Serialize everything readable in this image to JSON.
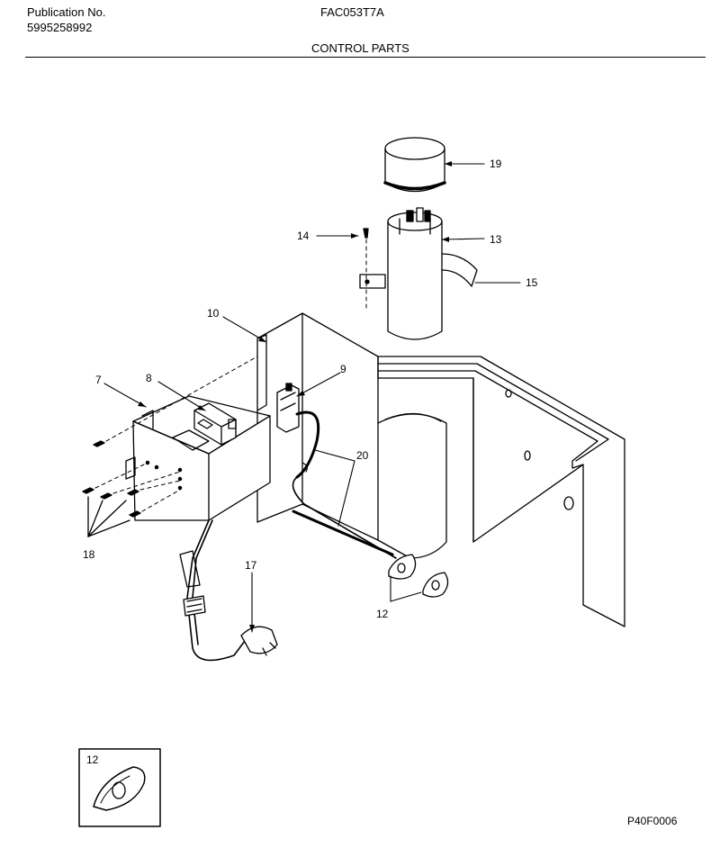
{
  "header": {
    "publication_label": "Publication No.",
    "publication_number": "5995258992",
    "model": "FAC053T7A",
    "section_title": "CONTROL PARTS"
  },
  "parts": [
    {
      "ref": "19"
    },
    {
      "ref": "14"
    },
    {
      "ref": "13"
    },
    {
      "ref": "15"
    },
    {
      "ref": "10"
    },
    {
      "ref": "9"
    },
    {
      "ref": "7"
    },
    {
      "ref": "8"
    },
    {
      "ref": "20"
    },
    {
      "ref": "18"
    },
    {
      "ref": "17"
    },
    {
      "ref": "12"
    }
  ],
  "inset": {
    "ref": "12"
  },
  "diagram_code": "P40F0006"
}
